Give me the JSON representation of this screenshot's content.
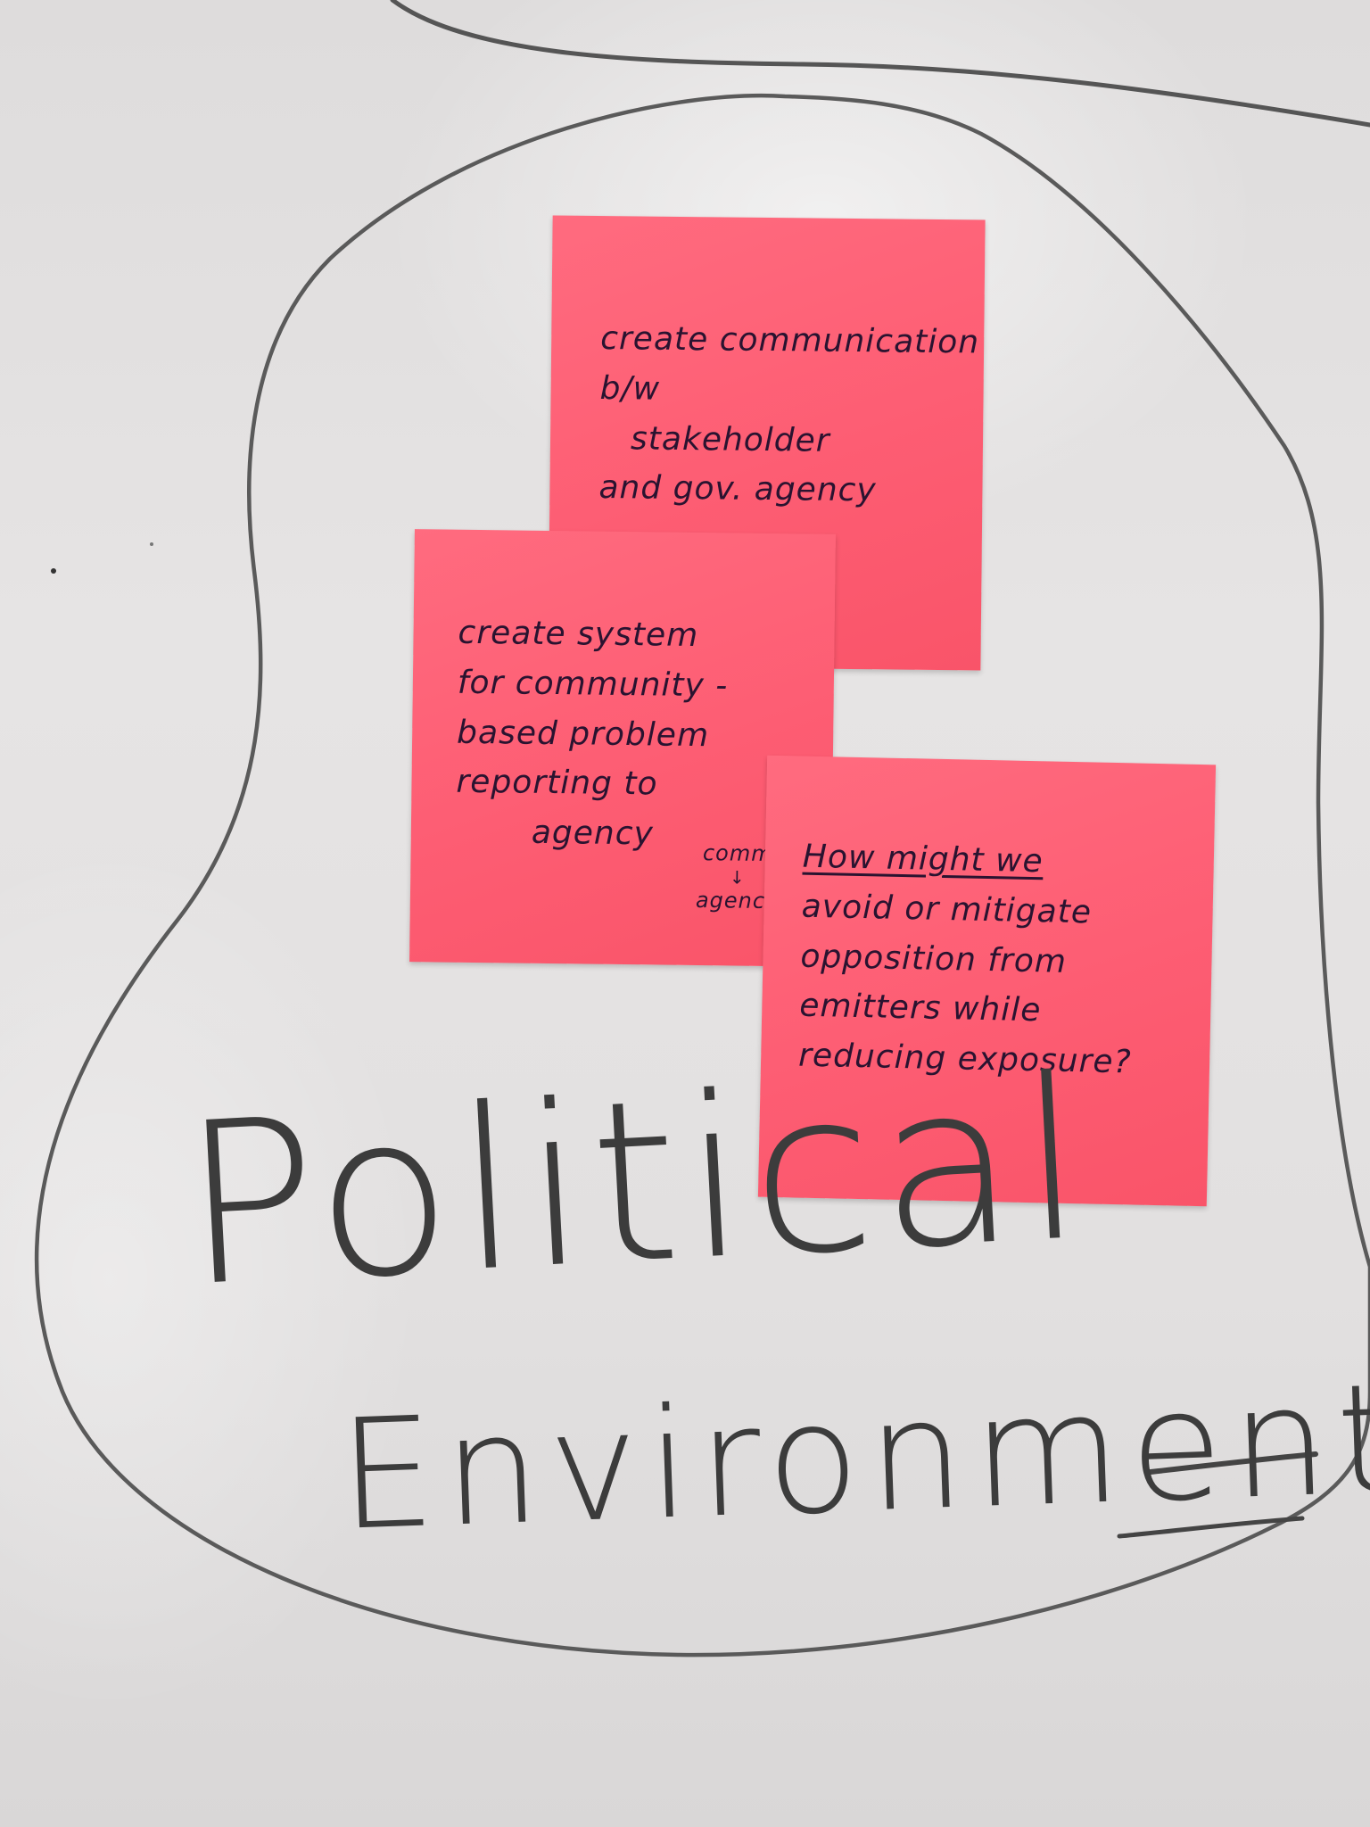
{
  "whiteboard": {
    "heading_line_1": "Political",
    "heading_line_2": "Environment",
    "ink_color": "#3c3c3c"
  },
  "sticky_notes": [
    {
      "lines": [
        "create communication",
        "b/w",
        "stakeholder",
        "and gov. agency"
      ]
    },
    {
      "lines": [
        "create system",
        "for community -",
        "based problem",
        "reporting to",
        "agency"
      ],
      "side_note_top": "comm",
      "side_note_arrow": "↓",
      "side_note_bottom": "agency"
    },
    {
      "title": "How might we",
      "lines": [
        "avoid or mitigate",
        "opposition from",
        "emitters while",
        "reducing exposure?"
      ]
    }
  ],
  "note_color": "#fd5d73"
}
